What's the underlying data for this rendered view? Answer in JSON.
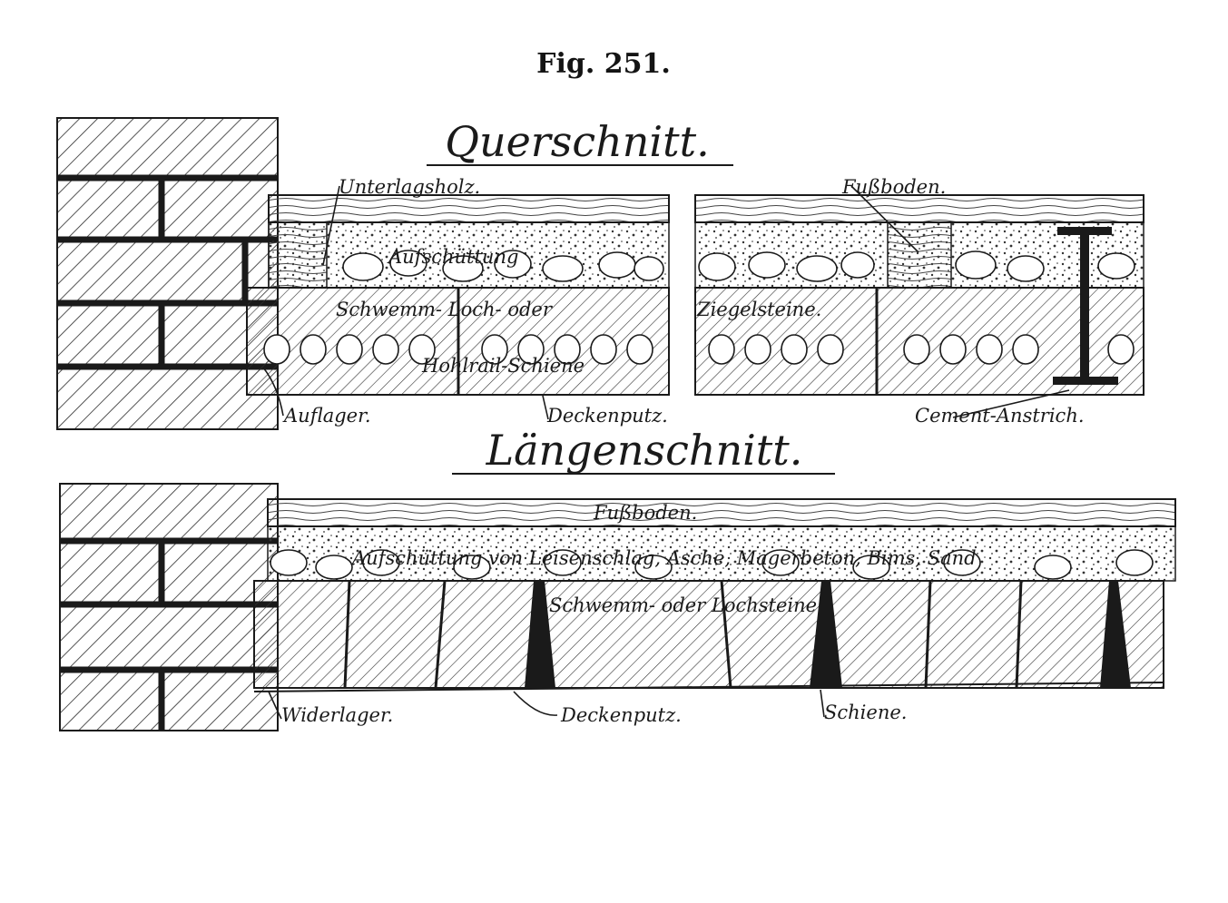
{
  "figure": {
    "number": "Fig. 251."
  },
  "cross_section": {
    "title": "Querschnitt.",
    "labels": {
      "bearing_timber": "Unterlagsholz.",
      "fill": "Aufschüttung",
      "bricks": "Schwemm- Loch- oder",
      "bricks_cont": "Ziegelsteine.",
      "rail": "Hohlrail-Schiene",
      "floor": "Fußboden.",
      "support": "Auflager.",
      "ceiling_plaster": "Deckenputz.",
      "cement_coat": "Cement-Anstrich."
    }
  },
  "longitudinal_section": {
    "title": "Längenschnitt.",
    "labels": {
      "floor": "Fußboden.",
      "fill": "Aufschüttung von Leisenschlag, Asche, Magerbeton, Bims, Sand",
      "bricks": "Schwemm- oder Lochsteine.",
      "abutment": "Widerlager.",
      "ceiling_plaster": "Deckenputz.",
      "rail": "Schiene."
    }
  }
}
